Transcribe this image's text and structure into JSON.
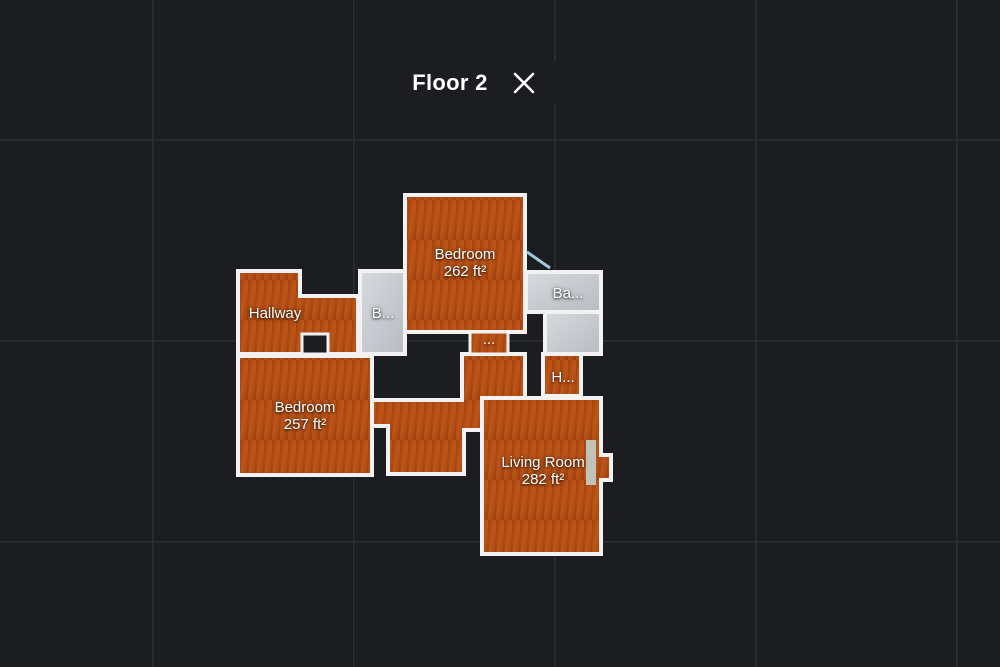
{
  "header": {
    "title": "Floor 2"
  },
  "icons": {
    "close": "close-icon"
  },
  "rooms": {
    "bedroom_top": {
      "name": "Bedroom",
      "area": "262 ft²"
    },
    "bedroom_left": {
      "name": "Bedroom",
      "area": "257 ft²"
    },
    "living_room": {
      "name": "Living Room",
      "area": "282 ft²"
    },
    "hallway": {
      "name": "Hallway"
    },
    "bath_left": {
      "name": "B..."
    },
    "bath_right": {
      "name": "Ba..."
    },
    "hall_small": {
      "name": "H..."
    },
    "closet": {
      "name": "..."
    }
  },
  "colors": {
    "background": "#1c1d20",
    "floor_wood": "#b24d12",
    "walls": "#f2f2f2",
    "bath_floor": "#c9cdd2"
  }
}
